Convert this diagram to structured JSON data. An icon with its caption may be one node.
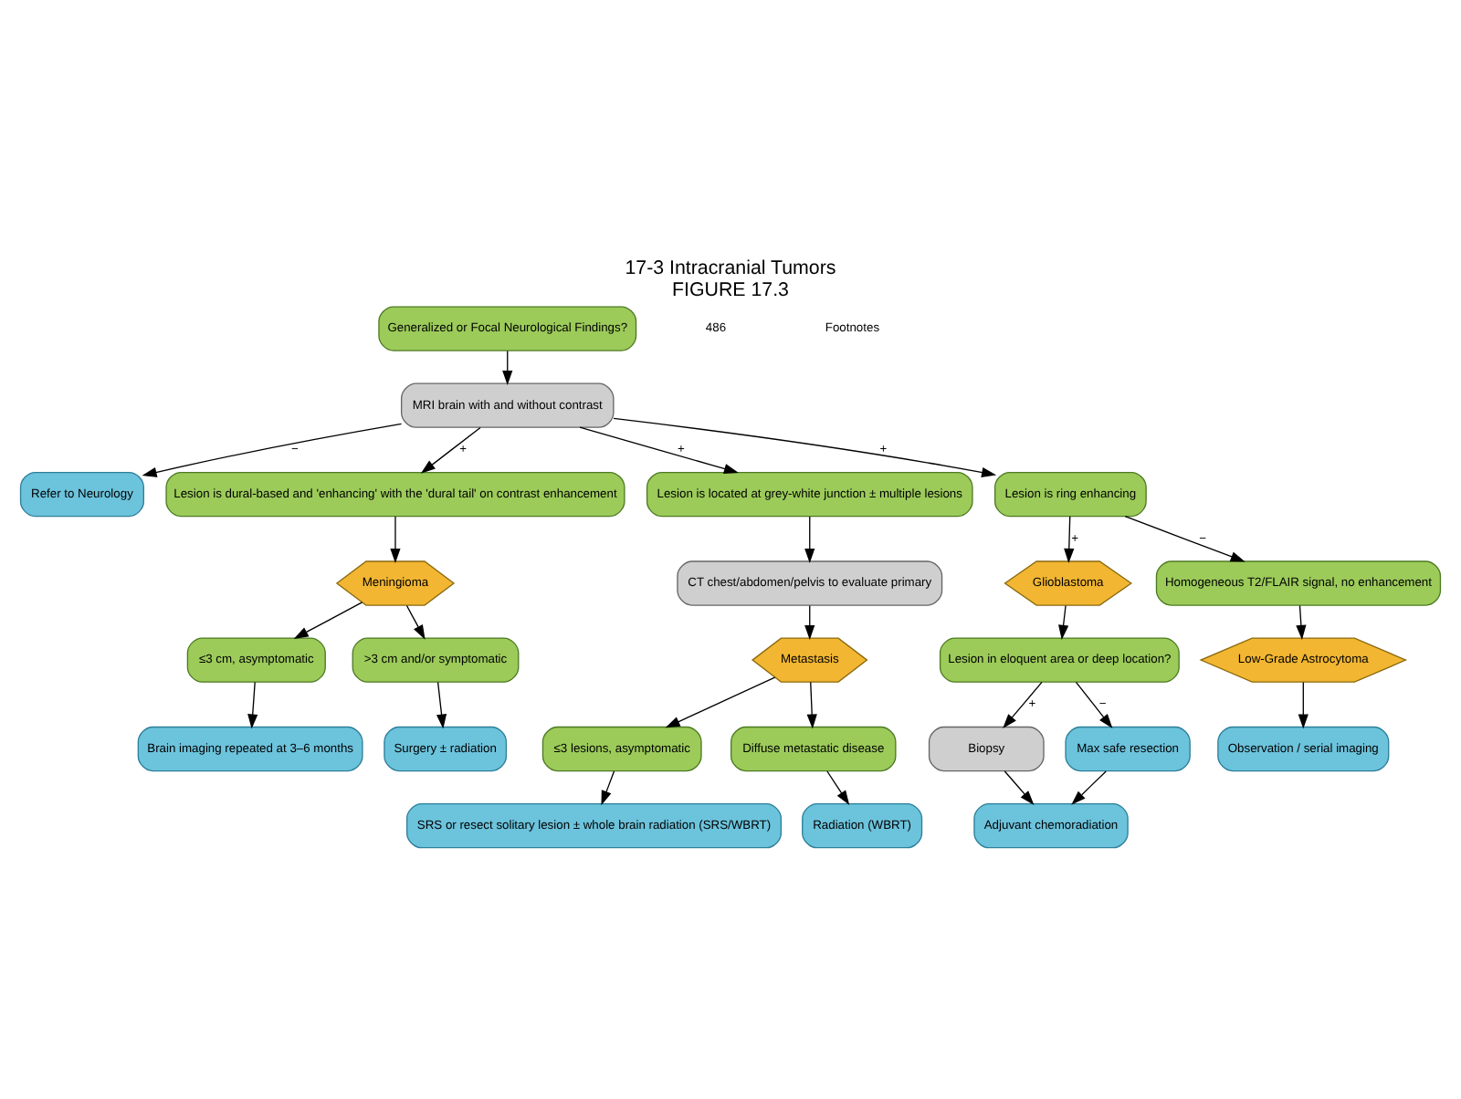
{
  "diagram": {
    "title": "17-3 Intracranial Tumors",
    "caption": "FIGURE 17.3",
    "nodes": [
      {
        "text": [
          "Generalized or Focal Neurological Findings?"
        ]
      },
      {
        "text": [
          "MRI brain with and without contrast"
        ]
      },
      {
        "text": [
          "Refer to Neurology"
        ]
      },
      {
        "text": [
          "Lesion is dural-based and 'enhancing' with the 'dural tail' on contrast enhancement"
        ]
      },
      {
        "text": [
          "Meningioma"
        ]
      },
      {
        "text": [
          "≤3 cm, asymptomatic"
        ]
      },
      {
        "text": [
          ">3 cm and/or symptomatic"
        ]
      },
      {
        "text": [
          "Brain imaging repeated at 3–6 months"
        ]
      },
      {
        "text": [
          "Surgery ± radiation"
        ]
      },
      {
        "text": [
          "Lesion is located at grey-white junction ± multiple lesions"
        ]
      },
      {
        "text": [
          "CT chest/abdomen/pelvis to evaluate primary"
        ]
      },
      {
        "text": [
          "Metastasis"
        ]
      },
      {
        "text": [
          "≤3 lesions, asymptomatic"
        ]
      },
      {
        "text": [
          "Diffuse metastatic disease"
        ]
      },
      {
        "text": [
          "SRS or resect solitary lesion ± whole brain radiation (SRS/WBRT)"
        ]
      },
      {
        "text": [
          "Radiation (WBRT)"
        ]
      },
      {
        "text": [
          "Lesion is ring enhancing"
        ]
      },
      {
        "text": [
          "Glioblastoma"
        ]
      },
      {
        "text": [
          "Homogeneous T2/FLAIR signal, no enhancement"
        ]
      },
      {
        "text": [
          "Low-Grade Astrocytoma"
        ]
      },
      {
        "text": [
          "Observation / serial imaging"
        ]
      },
      {
        "text": [
          "Lesion in eloquent area or deep location?"
        ]
      },
      {
        "text": [
          "Biopsy"
        ]
      },
      {
        "text": [
          "Max safe resection"
        ]
      },
      {
        "text": [
          "Adjuvant chemoradiation"
        ]
      }
    ],
    "edges": [
      {
        "from": 0,
        "to": 1,
        "arrow": "to"
      },
      {
        "from": 1,
        "to": 2,
        "arrow": "to",
        "label": "−"
      },
      {
        "from": 1,
        "to": 3,
        "arrow": "to",
        "label": "+"
      },
      {
        "from": 1,
        "to": 9,
        "arrow": "to",
        "label": "+"
      },
      {
        "from": 1,
        "to": 16,
        "arrow": "to",
        "label": "+"
      },
      {
        "from": 3,
        "to": 4,
        "arrow": "to"
      },
      {
        "from": 4,
        "to": 5,
        "arrow": "to"
      },
      {
        "from": 4,
        "to": 6,
        "arrow": "to"
      },
      {
        "from": 5,
        "to": 7,
        "arrow": "to"
      },
      {
        "from": 6,
        "to": 8,
        "arrow": "to"
      },
      {
        "from": 9,
        "to": 10,
        "arrow": "to"
      },
      {
        "from": 10,
        "to": 11,
        "arrow": "to"
      },
      {
        "from": 11,
        "to": 12,
        "arrow": "to"
      },
      {
        "from": 11,
        "to": 13,
        "arrow": "to"
      },
      {
        "from": 12,
        "to": 14,
        "arrow": "to"
      },
      {
        "from": 13,
        "to": 15,
        "arrow": "to"
      },
      {
        "from": 16,
        "to": 17,
        "arrow": "to",
        "label": "+"
      },
      {
        "from": 16,
        "to": 18,
        "arrow": "to",
        "label": "−"
      },
      {
        "from": 18,
        "to": 19,
        "arrow": "to"
      },
      {
        "from": 19,
        "to": 20,
        "arrow": "to"
      },
      {
        "from": 17,
        "to": 21,
        "arrow": "to"
      },
      {
        "from": 21,
        "to": 22,
        "arrow": "to",
        "label": "+"
      },
      {
        "from": 21,
        "to": 23,
        "arrow": "to",
        "label": "−"
      },
      {
        "from": 22,
        "to": 24,
        "arrow": "to"
      },
      {
        "from": 23,
        "to": 24,
        "arrow": "to"
      }
    ],
    "labels": [
      "486",
      "Footnotes"
    ]
  }
}
